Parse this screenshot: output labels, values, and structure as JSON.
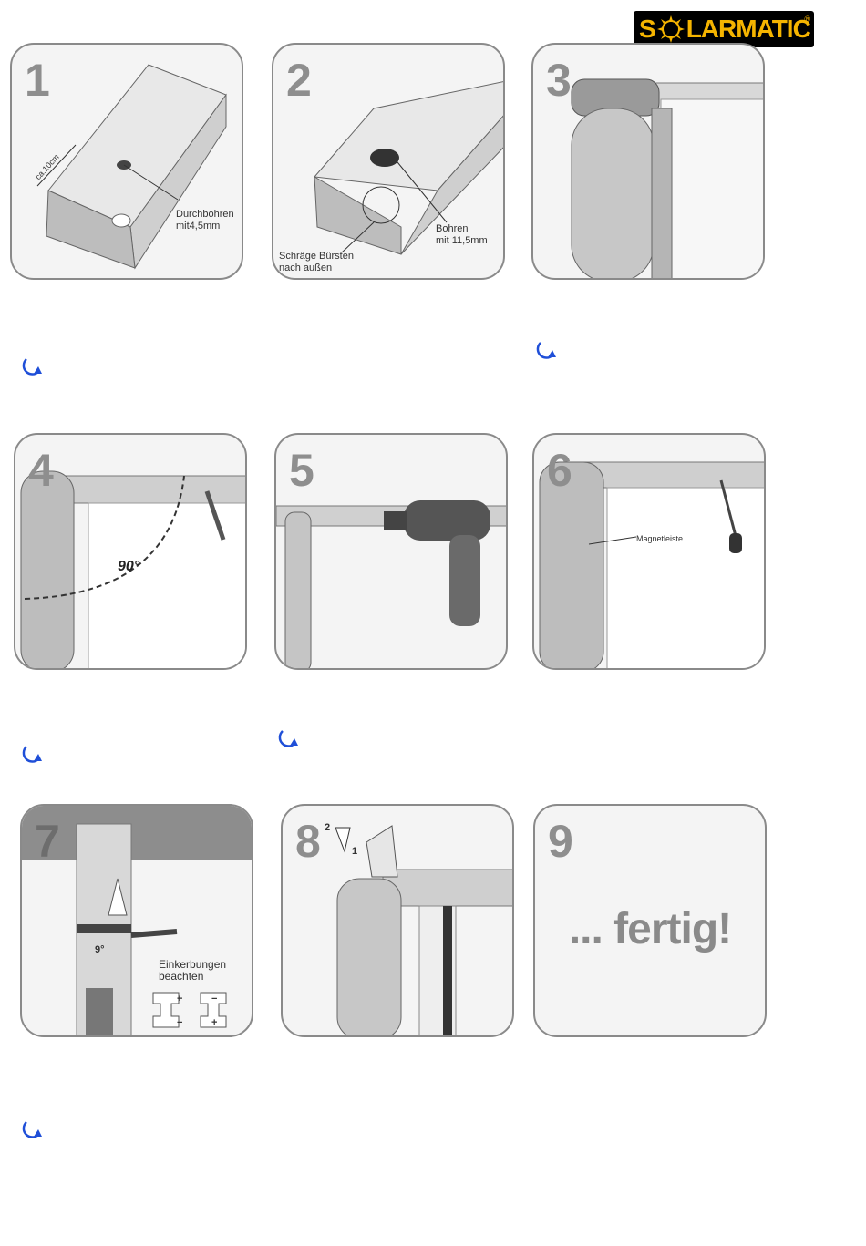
{
  "logo": {
    "text_before": "S",
    "text_after": "LARMATIC",
    "registered": "®"
  },
  "steps": [
    {
      "number": "1",
      "labels": {
        "dim": "ca.10cm",
        "drill": "Durchbohren\nmit4,5mm"
      }
    },
    {
      "number": "2",
      "labels": {
        "brush": "Schräge Bürsten\nnach außen",
        "drill": "Bohren\nmit 11,5mm"
      }
    },
    {
      "number": "3"
    },
    {
      "number": "4",
      "labels": {
        "angle": "90°"
      }
    },
    {
      "number": "5"
    },
    {
      "number": "6",
      "labels": {
        "magnet": "Magnetleiste"
      }
    },
    {
      "number": "7",
      "labels": {
        "angle": "9°",
        "notches": "Einkerbungen\nbeachten",
        "plus1": "+",
        "minus1": "−",
        "minus2": "−",
        "plus2": "+"
      }
    },
    {
      "number": "8",
      "labels": {
        "sup": "2",
        "one": "1"
      }
    },
    {
      "number": "9",
      "labels": {
        "done": "... fertig!"
      }
    }
  ],
  "colors": {
    "arrow": "#1f4fd8",
    "logo_bg": "#000000",
    "logo_text": "#f5b400"
  }
}
